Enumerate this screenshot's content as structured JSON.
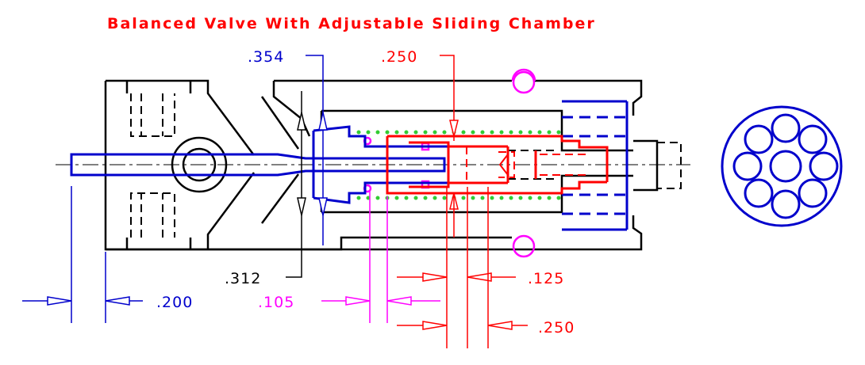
{
  "title": "Balanced Valve With Adjustable Sliding Chamber",
  "dimensions": {
    "d354": ".354",
    "d250_top": ".250",
    "d312": ".312",
    "d125": ".125",
    "d200": ".200",
    "d105": ".105",
    "d250_bottom": ".250"
  },
  "colors": {
    "title": "#ff0000",
    "body_outline": "#000000",
    "blue_parts": "#0000cc",
    "red_parts": "#ff0000",
    "magenta_dims": "#ff00ff",
    "green_dots": "#33cc33"
  }
}
